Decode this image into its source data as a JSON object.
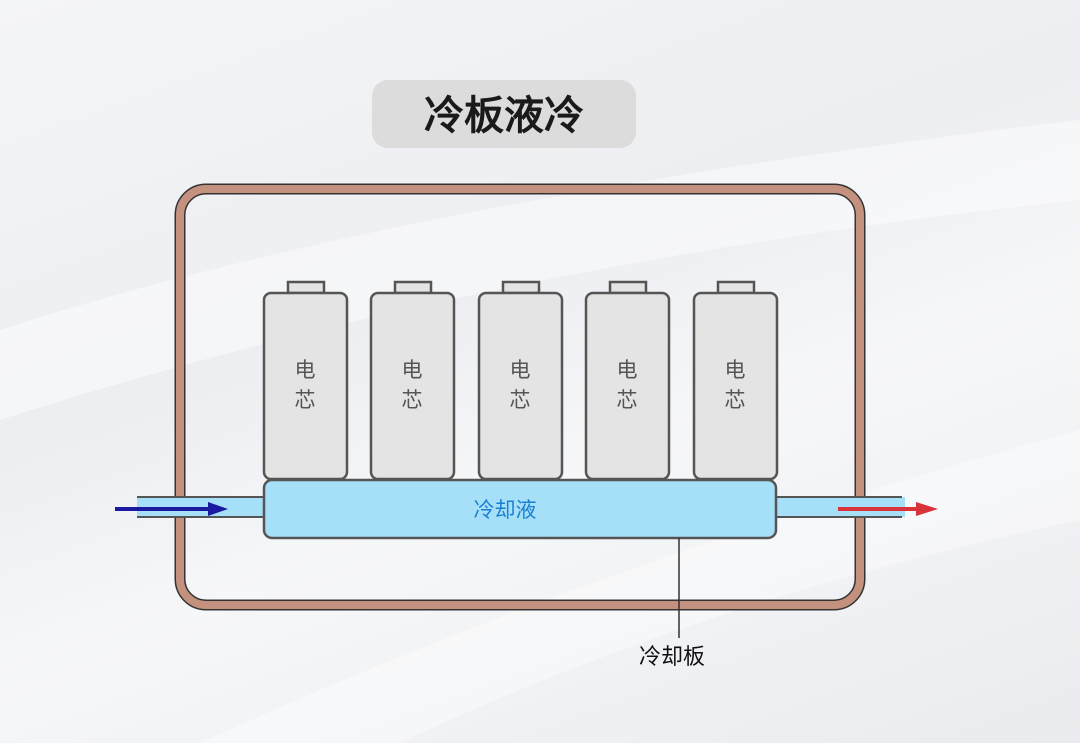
{
  "title": "冷板液冷",
  "cells": [
    {
      "label_line1": "电",
      "label_line2": "芯"
    },
    {
      "label_line1": "电",
      "label_line2": "芯"
    },
    {
      "label_line1": "电",
      "label_line2": "芯"
    },
    {
      "label_line1": "电",
      "label_line2": "芯"
    },
    {
      "label_line1": "电",
      "label_line2": "芯"
    }
  ],
  "coolant_label": "冷却液",
  "cold_plate_label": "冷却板",
  "colors": {
    "enclosure": "#c4917e",
    "coolant": "#a6e0f8",
    "coolant_text": "#1a7fd0",
    "inlet_arrow": "#1a1aa0",
    "outlet_arrow": "#d8323a",
    "cell_fill": "#e4e4e4",
    "title_bg": "#dcdcdc"
  }
}
